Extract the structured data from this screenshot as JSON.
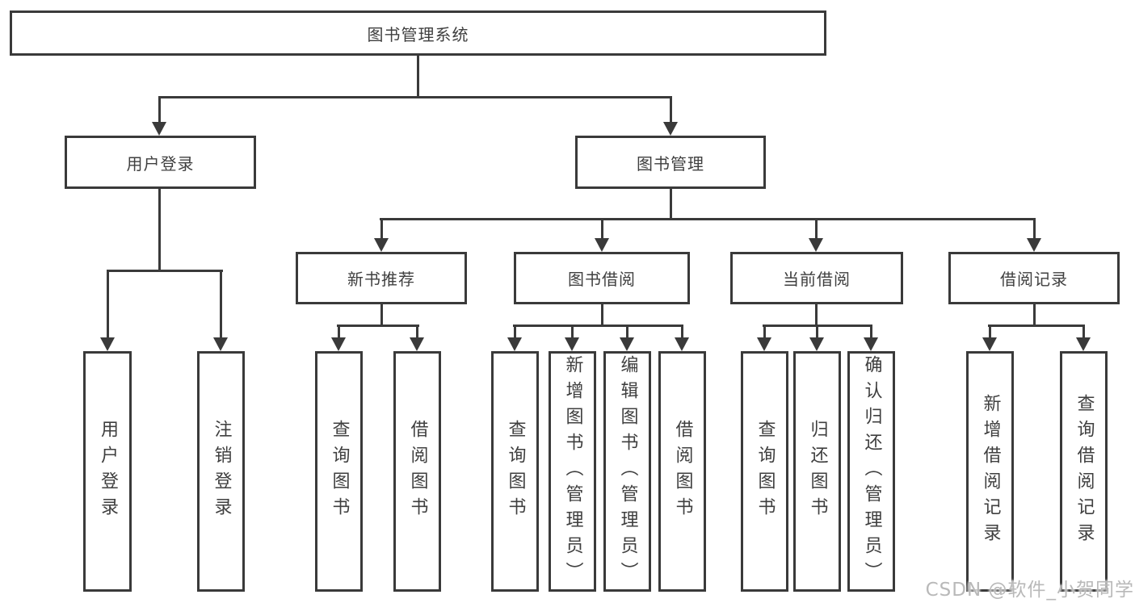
{
  "diagram": {
    "root": {
      "label": "图书管理系统"
    },
    "branches": [
      {
        "label": "用户登录",
        "children": [
          {
            "label": "用户登录"
          },
          {
            "label": "注销登录"
          }
        ]
      },
      {
        "label": "图书管理",
        "sections": [
          {
            "label": "新书推荐",
            "children": [
              {
                "label": "查询图书"
              },
              {
                "label": "借阅图书"
              }
            ]
          },
          {
            "label": "图书借阅",
            "children": [
              {
                "label": "查询图书"
              },
              {
                "label": "新增图书（管理员）"
              },
              {
                "label": "编辑图书（管理员）"
              },
              {
                "label": "借阅图书"
              }
            ]
          },
          {
            "label": "当前借阅",
            "children": [
              {
                "label": "查询图书"
              },
              {
                "label": "归还图书"
              },
              {
                "label": "确认归还（管理员）"
              }
            ]
          },
          {
            "label": "借阅记录",
            "children": [
              {
                "label": "新增借阅记录"
              },
              {
                "label": "查询借阅记录"
              }
            ]
          }
        ]
      }
    ]
  },
  "watermark": {
    "text": "CSDN @软件_小贺同学"
  },
  "colors": {
    "line": "#3a3a3a",
    "text": "#3f3f3f",
    "background": "#ffffff",
    "watermark": "#b9b9b9"
  }
}
